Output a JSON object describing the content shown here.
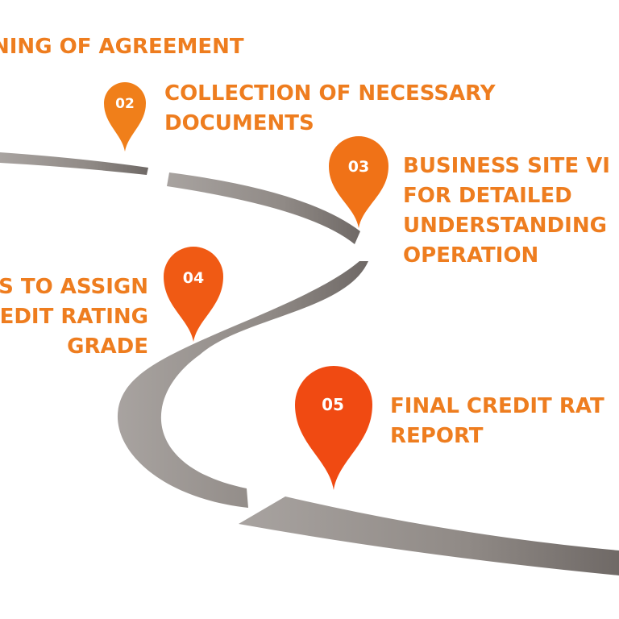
{
  "steps": [
    {
      "number": "",
      "lines": [
        "NING OF AGREEMENT"
      ],
      "color": "#ee7d1f"
    },
    {
      "number": "02",
      "lines": [
        "COLLECTION OF NECESSARY",
        "DOCUMENTS"
      ],
      "color": "#f07f1a"
    },
    {
      "number": "03",
      "lines": [
        "BUSINESS SITE VI",
        "FOR DETAILED",
        "UNDERSTANDING",
        "OPERATION"
      ],
      "color": "#f07217"
    },
    {
      "number": "04",
      "lines": [
        "S TO ASSIGN",
        "EDIT RATING",
        "GRADE"
      ],
      "color": "#f05a14"
    },
    {
      "number": "05",
      "lines": [
        "FINAL CREDIT RAT",
        "REPORT"
      ],
      "color": "#f04a12"
    }
  ],
  "colors": {
    "label": "#ee7d1f",
    "road_light": "#a8a3a0",
    "road_dark": "#6f6966"
  }
}
